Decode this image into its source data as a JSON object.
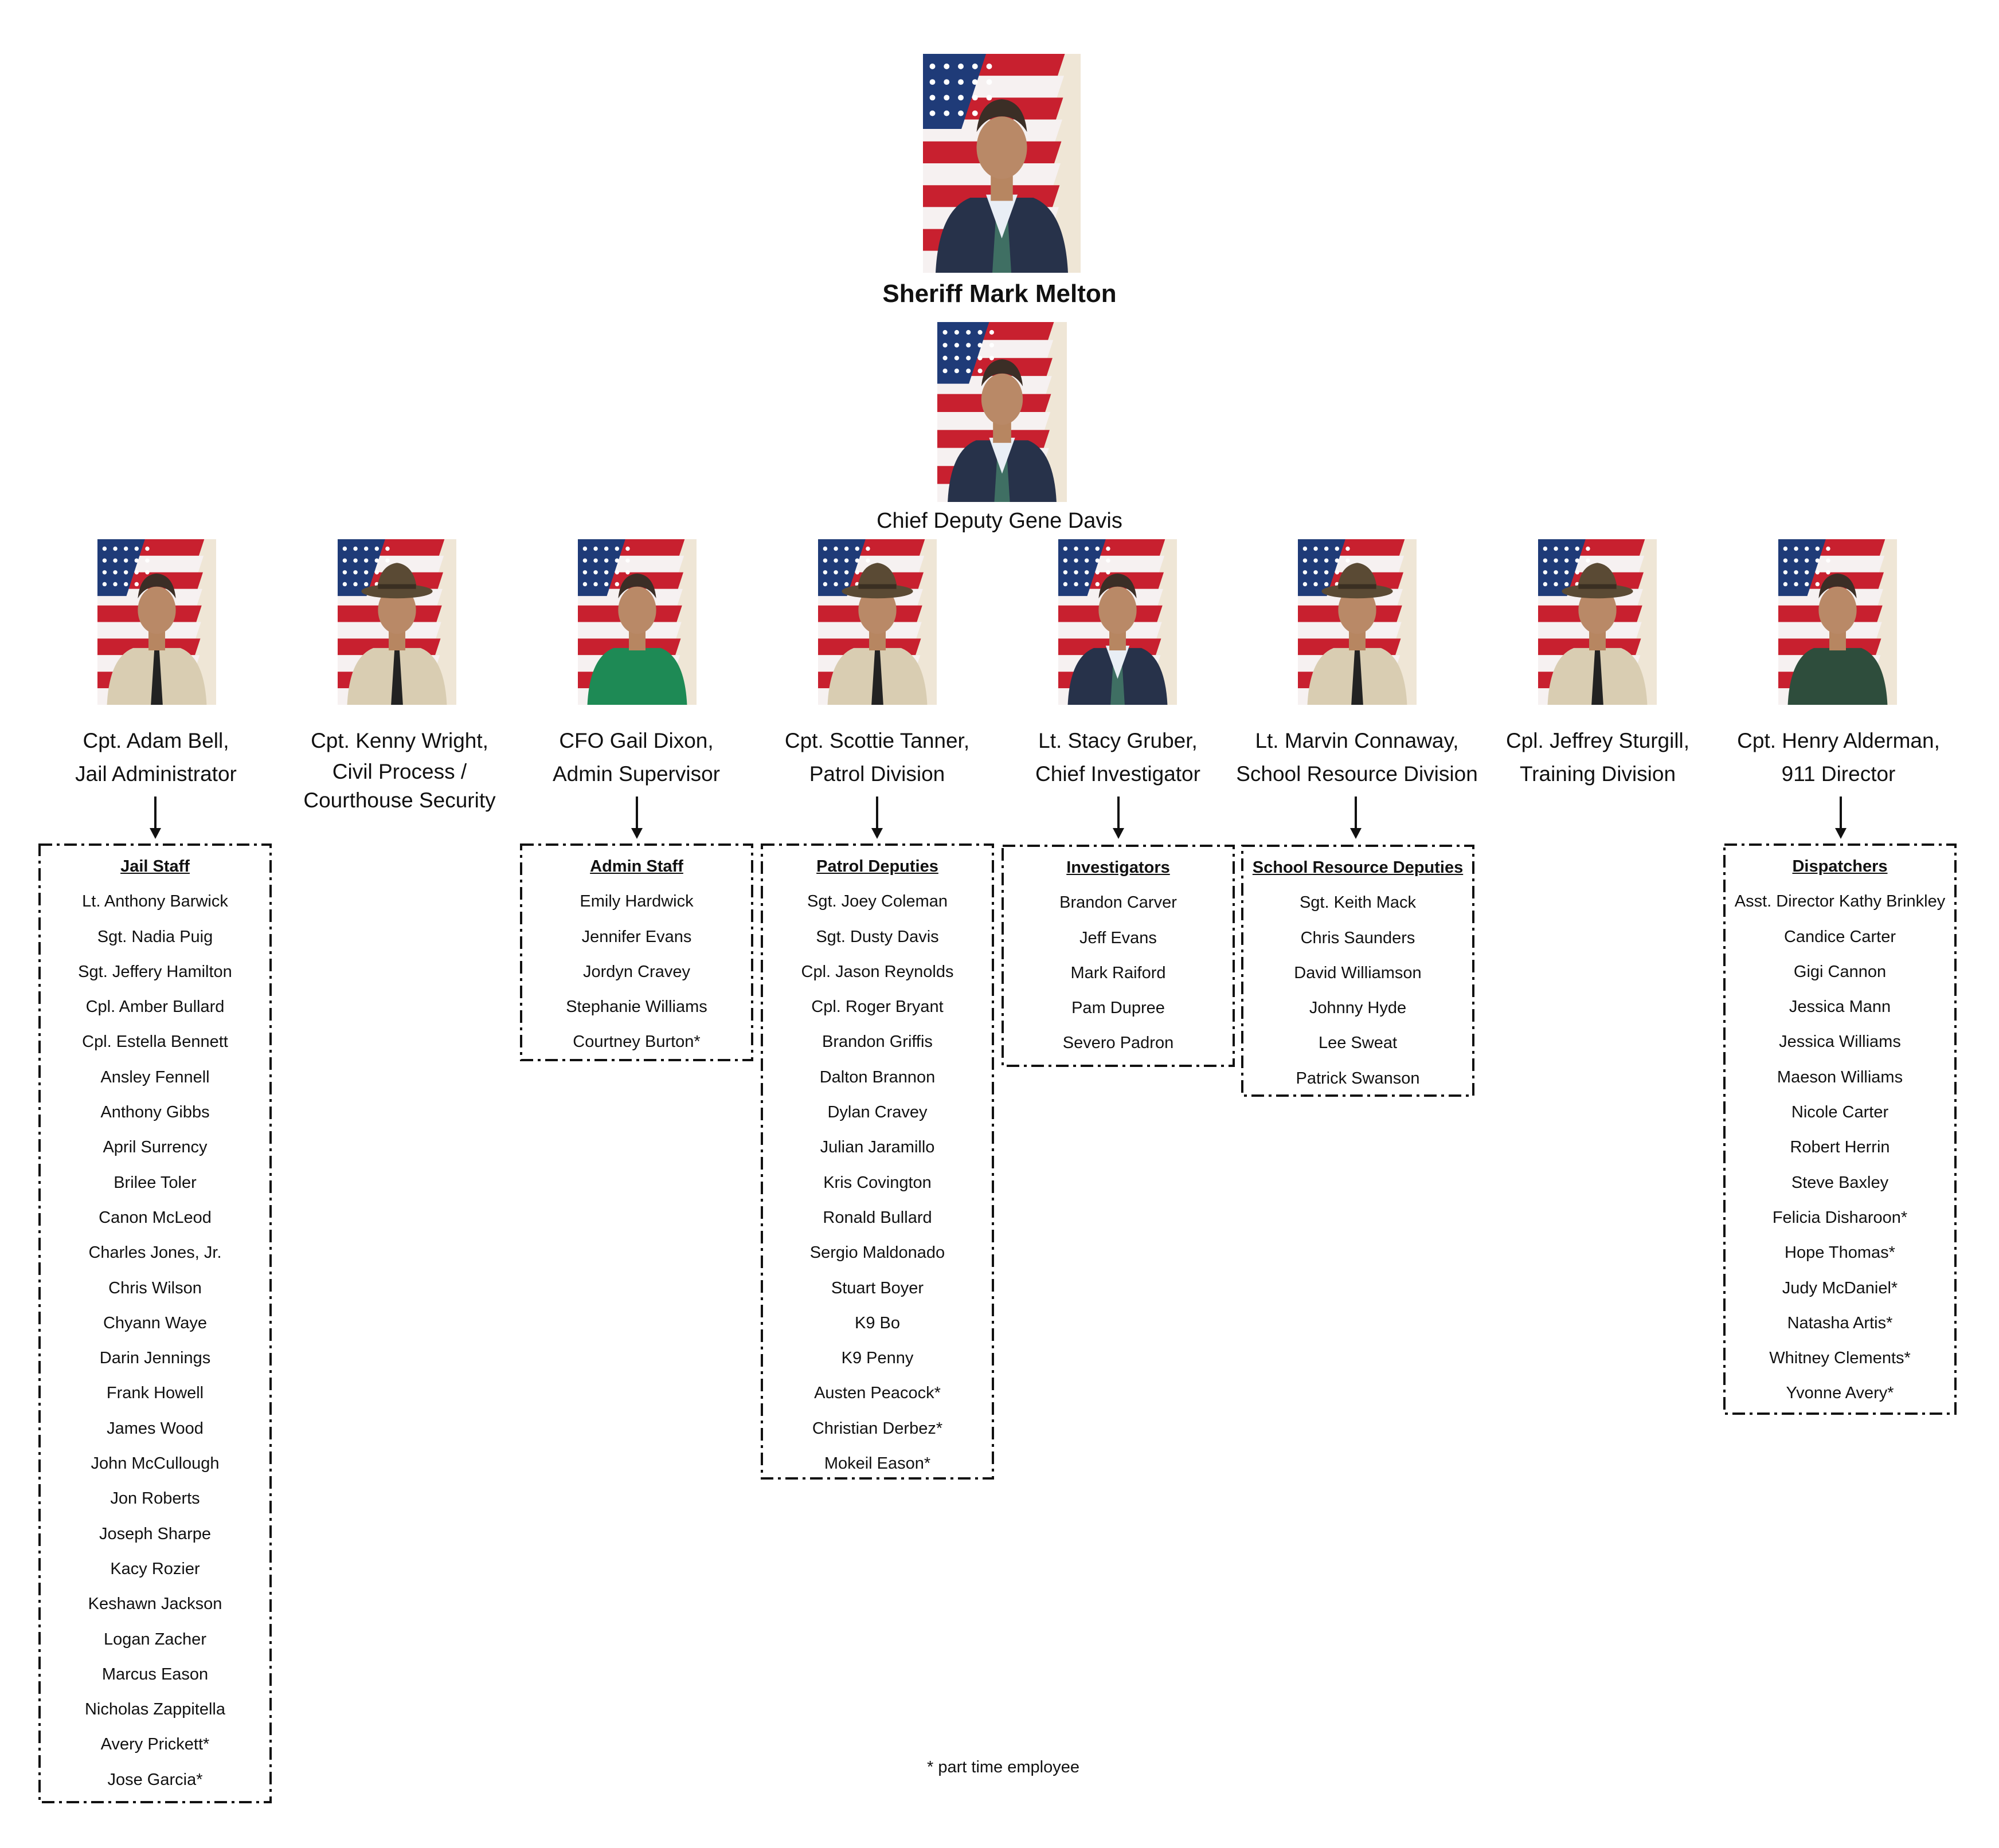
{
  "colors": {
    "flag_red": "#c8202f",
    "flag_blue": "#1f3b78",
    "uniform_tan": "#d9cdb2",
    "suit_navy": "#27324a",
    "polo_green": "#1e8a55",
    "jacket_green": "#2e4d3c",
    "hat_brown": "#5a4a34"
  },
  "sheriff": {
    "name": "Sheriff Mark Melton",
    "attire": "suit_navy"
  },
  "chief_deputy": {
    "name": "Chief Deputy Gene Davis",
    "attire": "suit_navy"
  },
  "divisions": [
    {
      "id": "jail",
      "line1": "Cpt. Adam Bell,",
      "line2": "Jail Administrator",
      "attire": "uniform_tan",
      "hat": false,
      "staff_title": "Jail Staff",
      "staff": [
        "Lt. Anthony Barwick",
        "Sgt. Nadia Puig",
        "Sgt. Jeffery Hamilton",
        "Cpl. Amber Bullard",
        "Cpl. Estella Bennett",
        "Ansley Fennell",
        "Anthony Gibbs",
        "April Surrency",
        "Brilee Toler",
        "Canon McLeod",
        "Charles Jones, Jr.",
        "Chris Wilson",
        "Chyann Waye",
        "Darin Jennings",
        "Frank Howell",
        "James Wood",
        "John McCullough",
        "Jon Roberts",
        "Joseph Sharpe",
        "Kacy Rozier",
        "Keshawn Jackson",
        "Logan Zacher",
        "Marcus Eason",
        "Nicholas Zappitella",
        "Avery Prickett*",
        "Jose Garcia*"
      ]
    },
    {
      "id": "civil",
      "line1": "Cpt. Kenny Wright,",
      "line2": "Civil Process /",
      "line3": "Courthouse Security",
      "attire": "uniform_tan",
      "hat": true
    },
    {
      "id": "admin",
      "line1": "CFO Gail Dixon,",
      "line2": "Admin Supervisor",
      "attire": "polo_green",
      "hat": false,
      "staff_title": "Admin  Staff",
      "staff": [
        "Emily Hardwick",
        "Jennifer Evans",
        "Jordyn Cravey",
        "Stephanie Williams",
        "Courtney Burton*"
      ]
    },
    {
      "id": "patrol",
      "line1": "Cpt. Scottie Tanner,",
      "line2": "Patrol Division",
      "attire": "uniform_tan",
      "hat": true,
      "staff_title": "Patrol Deputies",
      "staff": [
        "Sgt. Joey Coleman",
        "Sgt. Dusty Davis",
        "Cpl. Jason Reynolds",
        "Cpl. Roger Bryant",
        "Brandon Griffis",
        "Dalton Brannon",
        "Dylan Cravey",
        "Julian Jaramillo",
        "Kris Covington",
        "Ronald Bullard",
        "Sergio Maldonado",
        "Stuart Boyer",
        "K9 Bo",
        "K9 Penny",
        "Austen Peacock*",
        "Christian Derbez*",
        "Mokeil Eason*"
      ]
    },
    {
      "id": "invest",
      "line1": "Lt. Stacy Gruber,",
      "line2": "Chief Investigator",
      "attire": "suit_navy",
      "hat": false,
      "staff_title": "Investigators",
      "staff": [
        "Brandon Carver",
        "Jeff Evans",
        "Mark Raiford",
        "Pam Dupree",
        "Severo Padron"
      ]
    },
    {
      "id": "school",
      "line1": "Lt. Marvin Connaway,",
      "line2": "School Resource Division",
      "attire": "uniform_tan",
      "hat": true,
      "staff_title": "School Resource Deputies",
      "staff": [
        "Sgt. Keith Mack",
        "Chris Saunders",
        "David Williamson",
        "Johnny Hyde",
        "Lee Sweat",
        "Patrick Swanson"
      ]
    },
    {
      "id": "training",
      "line1": "Cpl. Jeffrey Sturgill,",
      "line2": "Training Division",
      "attire": "uniform_tan",
      "hat": true
    },
    {
      "id": "dispatch",
      "line1": "Cpt. Henry Alderman,",
      "line2": "911 Director",
      "attire": "jacket_green",
      "hat": false,
      "staff_title": "Dispatchers",
      "staff": [
        "Asst. Director Kathy Brinkley",
        "Candice Carter",
        "Gigi Cannon",
        "Jessica Mann",
        "Jessica Williams",
        "Maeson Williams",
        "Nicole Carter",
        "Robert Herrin",
        "Steve Baxley",
        "Felicia Disharoon*",
        "Hope Thomas*",
        "Judy McDaniel*",
        "Natasha Artis*",
        "Whitney Clements*",
        "Yvonne Avery*"
      ]
    }
  ],
  "footnote": "* part time employee"
}
